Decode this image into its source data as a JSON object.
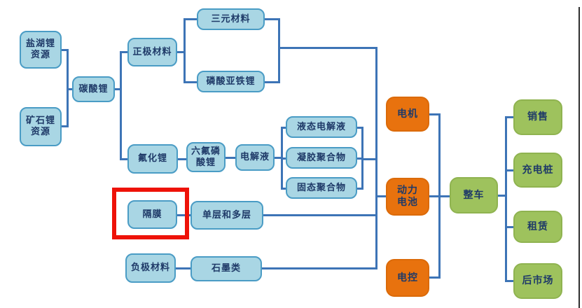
{
  "colors": {
    "blue_fill": "#a9d6e4",
    "blue_border": "#4a9cc5",
    "orange_fill": "#e8720e",
    "orange_border": "#db6a09",
    "green_fill": "#9ec25d",
    "green_border": "#8fb350",
    "line": "#3d74b6",
    "text": "#1f3a68",
    "highlight": "#ee1208",
    "edge": "#2f2f2f"
  },
  "diagram": {
    "nodes": {
      "salt_lake": {
        "label": "盐湖锂\n资源"
      },
      "ore": {
        "label": "矿石锂\n资源"
      },
      "carbonate": {
        "label": "碳酸锂"
      },
      "cathode": {
        "label": "正极材料"
      },
      "ternary": {
        "label": "三元材料"
      },
      "lfp": {
        "label": "磷酸亚铁锂"
      },
      "lif": {
        "label": "氟化锂"
      },
      "lipf6": {
        "label": "六氟磷\n酸锂"
      },
      "electrolyte": {
        "label": "电解液"
      },
      "liquid": {
        "label": "液态电解液"
      },
      "gel": {
        "label": "凝胶聚合物"
      },
      "solid": {
        "label": "固态聚合物"
      },
      "separator": {
        "label": "隔膜"
      },
      "single_multi": {
        "label": "单层和多层"
      },
      "anode": {
        "label": "负极材料"
      },
      "graphite": {
        "label": "石墨类"
      },
      "motor": {
        "label": "电机"
      },
      "power_battery": {
        "label": "动力\n电池"
      },
      "e_control": {
        "label": "电控"
      },
      "vehicle": {
        "label": "整车"
      },
      "sales": {
        "label": "销售"
      },
      "charging": {
        "label": "充电桩"
      },
      "leasing": {
        "label": "租赁"
      },
      "aftermarket": {
        "label": "后市场"
      }
    }
  }
}
